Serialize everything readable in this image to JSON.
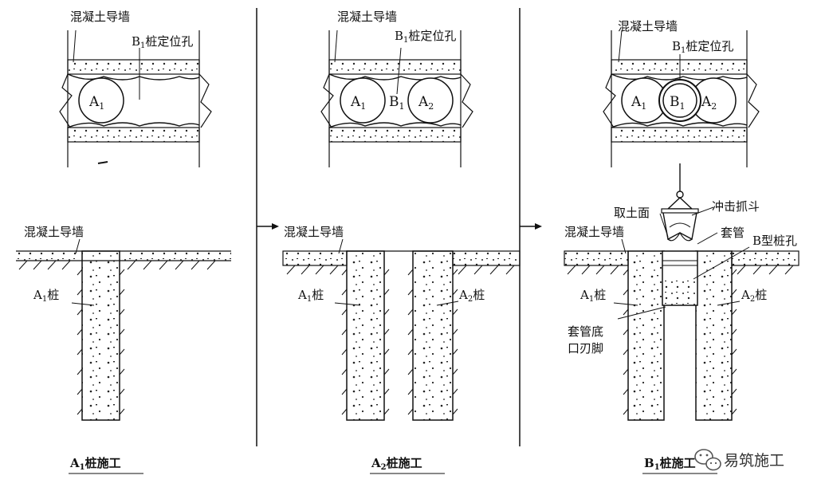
{
  "panels": [
    {
      "top_wall_label": "混凝土导墙",
      "top_hole_label": "B",
      "top_hole_sub": "1",
      "top_hole_suffix": "桩定位孔",
      "circle_labels": [
        {
          "main": "A",
          "sub": "1"
        }
      ],
      "section_wall_label": "混凝土导墙",
      "section_pile_left": {
        "main": "A",
        "sub": "1",
        "suffix": "桩"
      },
      "caption": {
        "main": "A",
        "sub": "1",
        "suffix": "桩施工"
      }
    },
    {
      "top_wall_label": "混凝土导墙",
      "top_hole_label": "B",
      "top_hole_sub": "1",
      "top_hole_suffix": "桩定位孔",
      "circle_labels": [
        {
          "main": "A",
          "sub": "1"
        },
        {
          "main": "B",
          "sub": "1"
        },
        {
          "main": "A",
          "sub": "2"
        }
      ],
      "section_wall_label": "混凝土导墙",
      "section_pile_left": {
        "main": "A",
        "sub": "1",
        "suffix": "桩"
      },
      "section_pile_right": {
        "main": "A",
        "sub": "2",
        "suffix": "桩"
      },
      "caption": {
        "main": "A",
        "sub": "2",
        "suffix": "桩施工"
      }
    },
    {
      "top_wall_label": "混凝土导墙",
      "top_hole_label": "B",
      "top_hole_sub": "1",
      "top_hole_suffix": "桩定位孔",
      "circle_labels": [
        {
          "main": "A",
          "sub": "1"
        },
        {
          "main": "B",
          "sub": "1"
        },
        {
          "main": "A",
          "sub": "2"
        }
      ],
      "section_wall_label": "混凝土导墙",
      "section_pile_left": {
        "main": "A",
        "sub": "1",
        "suffix": "桩"
      },
      "section_pile_right": {
        "main": "A",
        "sub": "2",
        "suffix": "桩"
      },
      "label_qutumian": "取土面",
      "label_grab": "冲击抓斗",
      "label_casing": "套管",
      "label_bhole": "B型桩孔",
      "label_casing_foot_1": "套管底",
      "label_casing_foot_2": "口刃脚",
      "caption": {
        "main": "B",
        "sub": "1",
        "suffix": "桩施工"
      }
    }
  ],
  "watermark": "易筑施工"
}
